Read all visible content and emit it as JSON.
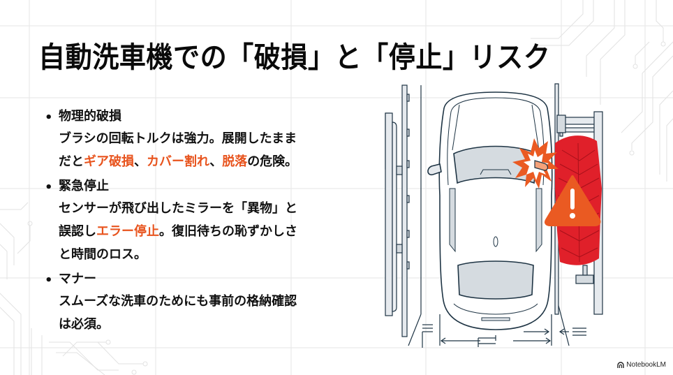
{
  "slide": {
    "title": "自動洗車機での「破損」と「停止」リスク",
    "bullets": [
      {
        "heading": "物理的破損",
        "segments": [
          {
            "text": "ブラシの回転トルクは強力。展開したまま",
            "highlight": false
          },
          {
            "text": "だと",
            "highlight": false
          },
          {
            "text": "ギア破損",
            "highlight": true
          },
          {
            "text": "、",
            "highlight": false
          },
          {
            "text": "カバー割れ",
            "highlight": true
          },
          {
            "text": "、",
            "highlight": false
          },
          {
            "text": "脱落",
            "highlight": true
          },
          {
            "text": "の危険。",
            "highlight": false
          }
        ]
      },
      {
        "heading": "緊急停止",
        "segments": [
          {
            "text": "センサーが飛び出したミラーを「異物」と",
            "highlight": false
          },
          {
            "text": "誤認し",
            "highlight": false
          },
          {
            "text": "エラー停止",
            "highlight": true
          },
          {
            "text": "。復旧待ちの恥ずかしさ",
            "highlight": false
          },
          {
            "text": "と時間のロス。",
            "highlight": false
          }
        ]
      },
      {
        "heading": "マナー",
        "segments": [
          {
            "text": "スムーズな洗車のためにも事前の格納確認",
            "highlight": false
          },
          {
            "text": "は必須。",
            "highlight": false
          }
        ]
      }
    ],
    "bullet_symbol": "•"
  },
  "illustration": {
    "subject": "car-top-view-in-car-wash",
    "icons": [
      "car-icon",
      "rotating-brush-icon",
      "impact-burst-icon",
      "warning-triangle-icon",
      "side-mirror-icon"
    ],
    "warning_symbol": "!"
  },
  "brand": {
    "label": "NotebookLM"
  },
  "colors": {
    "text": "#111111",
    "highlight": "#e8541e",
    "brush_red": "#e0202a",
    "warning_orange": "#ea5a22",
    "line_dark": "#1e3444",
    "fill_gray": "#d5dbe0",
    "grid": "#e4e4e4",
    "background": "#ffffff"
  }
}
